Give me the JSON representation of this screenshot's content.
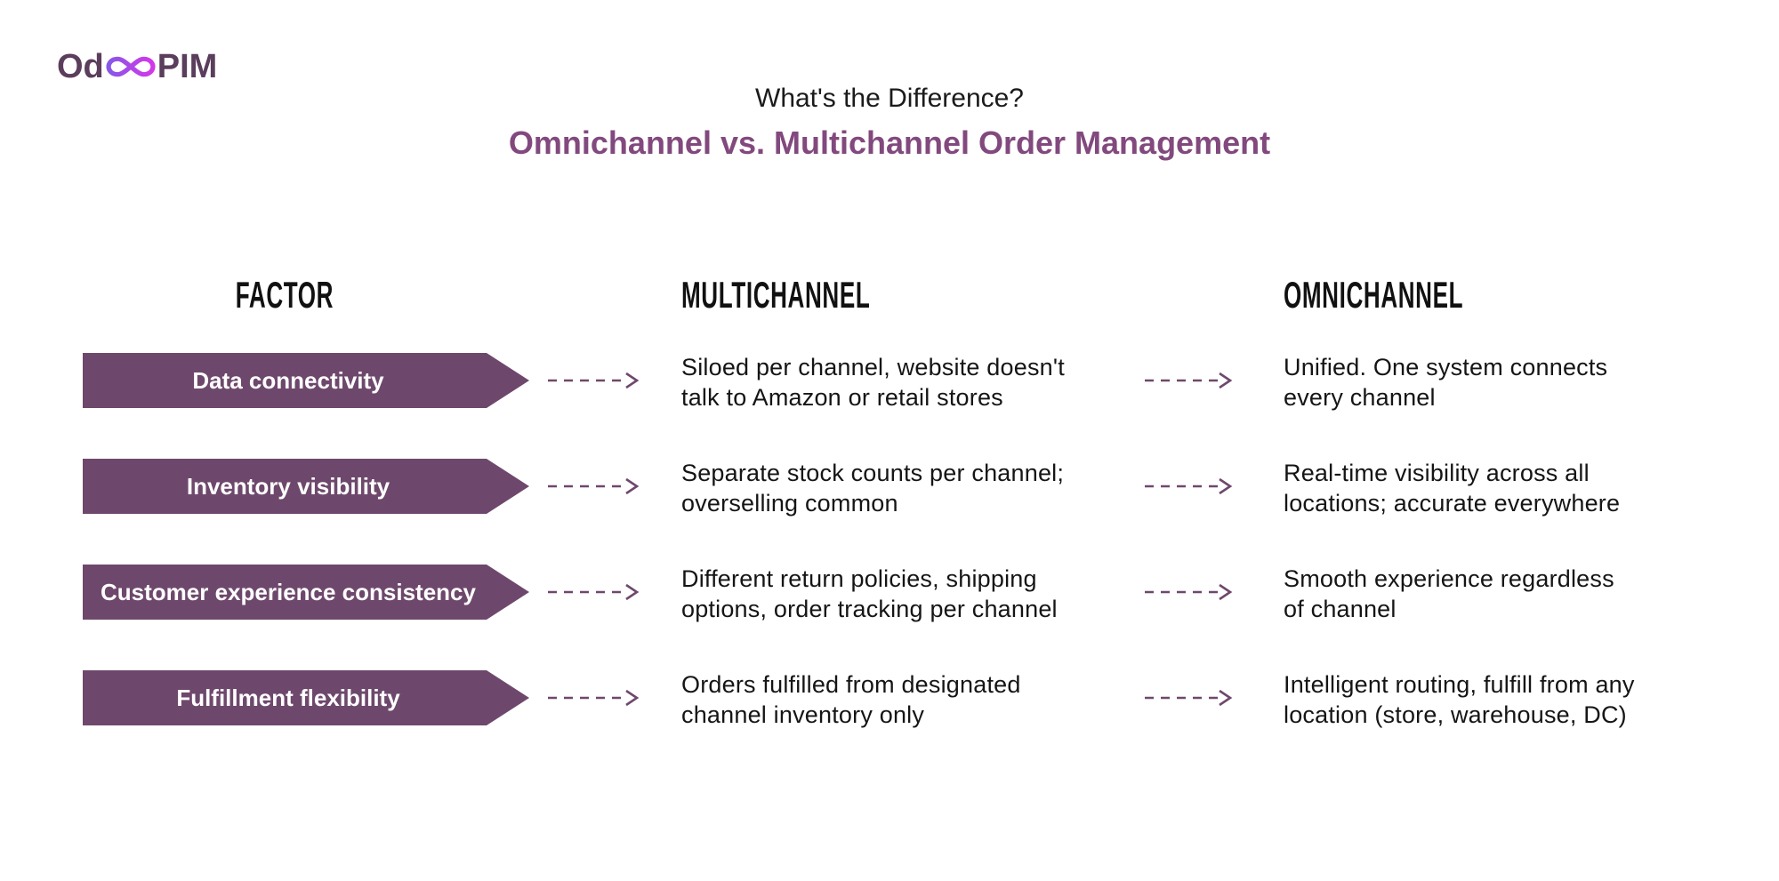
{
  "logo": {
    "prefix": "Od",
    "infinity_icon": "infinity-gradient-loop",
    "suffix": "PIM"
  },
  "header": {
    "title": "What's the Difference?",
    "subtitle": "Omnichannel vs. Multichannel Order Management"
  },
  "columns": {
    "factor": "FACTOR",
    "multichannel": "MULTICHANNEL",
    "omnichannel": "OMNICHANNEL"
  },
  "rows": [
    {
      "factor": "Data connectivity",
      "multichannel": "Siloed per channel, website doesn't\ntalk to Amazon or retail stores",
      "omnichannel": "Unified. One system connects\nevery channel"
    },
    {
      "factor": "Inventory visibility",
      "multichannel": "Separate stock counts per channel;\noverselling common",
      "omnichannel": "Real-time visibility across all\nlocations; accurate everywhere"
    },
    {
      "factor": "Customer experience consistency",
      "multichannel": "Different return policies, shipping\noptions, order tracking per channel",
      "omnichannel": "Smooth experience regardless\nof channel"
    },
    {
      "factor": "Fulfillment flexibility",
      "multichannel": "Orders fulfilled from designated\nchannel inventory only",
      "omnichannel": "Intelligent routing, fulfill from any\nlocation (store, warehouse, DC)"
    }
  ],
  "colors": {
    "banner": "#6E486C",
    "accent": "#82497E",
    "arrow": "#6E486C",
    "title": "#1B1B1B",
    "logo-text": "#5B3D5C",
    "logo-gradient-start": "#8757E8",
    "logo-gradient-end": "#D437E9"
  }
}
